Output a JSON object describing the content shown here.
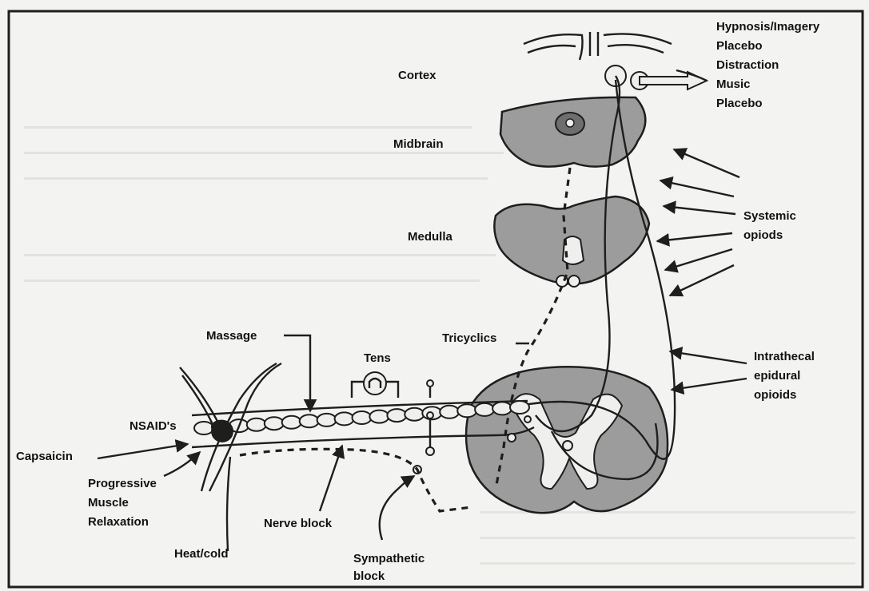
{
  "figure": {
    "labels": {
      "cortex": "Cortex",
      "midbrain": "Midbrain",
      "medulla": "Medulla",
      "hypnosis": "Hypnosis/Imagery",
      "placebo1": "Placebo",
      "distraction": "Distraction",
      "music": "Music",
      "placebo2": "Placebo",
      "systemic_1": "Systemic",
      "systemic_2": "opiods",
      "massage": "Massage",
      "tricyclics": "Tricyclics",
      "tens": "Tens",
      "intrathecal_1": "Intrathecal",
      "intrathecal_2": "epidural",
      "intrathecal_3": "opioids",
      "nsaids": "NSAID's",
      "capsaicin": "Capsaicin",
      "pmr_1": "Progressive",
      "pmr_2": "Muscle",
      "pmr_3": "Relaxation",
      "nerve_block": "Nerve block",
      "heat_cold": "Heat/cold",
      "sympathetic_1": "Sympathetic",
      "sympathetic_2": "block"
    },
    "colors": {
      "tissue": "#9c9c9c",
      "ink": "#1e1e1e",
      "paper": "#f3f3f1"
    }
  }
}
